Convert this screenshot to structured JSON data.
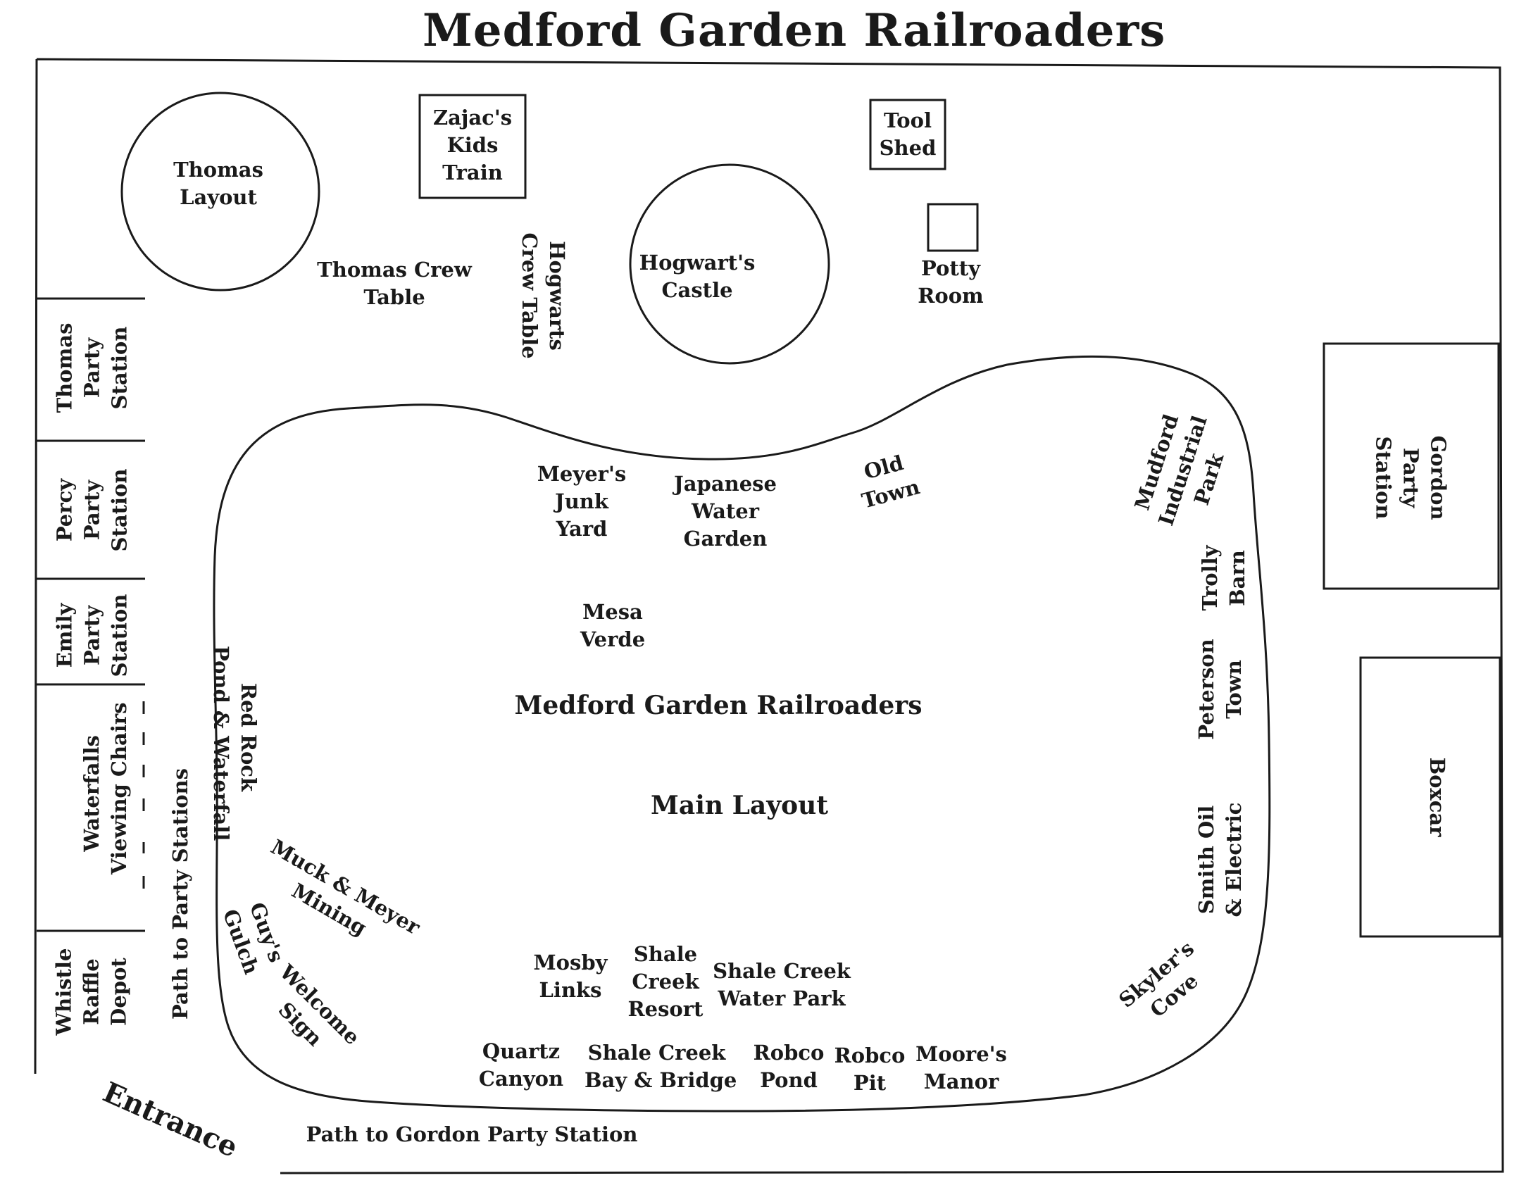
{
  "title": "Medford Garden Railroaders",
  "labels": {
    "thomas_layout": "Thomas\nLayout",
    "zajac": "Zajac's\nKids\nTrain",
    "tool_shed": "Tool\nShed",
    "potty_room": "Potty\nRoom",
    "hogwarts_castle": "Hogwart's\nCastle",
    "thomas_crew_table": "Thomas Crew\nTable",
    "hogwarts_crew_table": "Hogwarts\nCrew Table",
    "thomas_party_station": "Thomas\nParty\nStation",
    "percy_party_station": "Percy\nParty\nStation",
    "emily_party_station": "Emily\nParty\nStation",
    "waterfalls_viewing_chairs": "Waterfalls\nViewing Chairs",
    "path_to_party_stations": "Path to Party Stations",
    "whistle_raffle_depot": "Whistle\nRaffle\nDepot",
    "entrance": "Entrance",
    "path_to_gordon": "Path to Gordon Party Station",
    "gordon_party_station": "Gordon\nParty\nStation",
    "boxcar": "Boxcar",
    "meyers_junk_yard": "Meyer's\nJunk\nYard",
    "japanese_water_garden": "Japanese\nWater\nGarden",
    "old_town": "Old\nTown",
    "mudford_industrial_park": "Mudford\nIndustrial\nPark",
    "trolly_barn": "Trolly\nBarn",
    "mesa_verde": "Mesa\nVerde",
    "layout_name": "Medford Garden Railroaders",
    "main_layout": "Main Layout",
    "peterson_town": "Peterson\nTown",
    "red_rock": "Red Rock\nPond & Waterfall",
    "smith_oil": "Smith Oil\n& Electric",
    "muck_meyer": "Muck & Meyer\nMining",
    "guys_gulch": "Guy's\nGulch",
    "welcome_sign": "Welcome\nSign",
    "mosby_links": "Mosby\nLinks",
    "shale_creek_resort": "Shale\nCreek\nResort",
    "shale_creek_water_park": "Shale Creek\nWater Park",
    "skylers_cove": "Skyler's\nCove",
    "quartz_canyon": "Quartz\nCanyon",
    "shale_creek_bay": "Shale Creek\nBay & Bridge",
    "robco_pond": "Robco\nPond",
    "robco_pit": "Robco\nPit",
    "moores_manor": "Moore's\nManor"
  }
}
